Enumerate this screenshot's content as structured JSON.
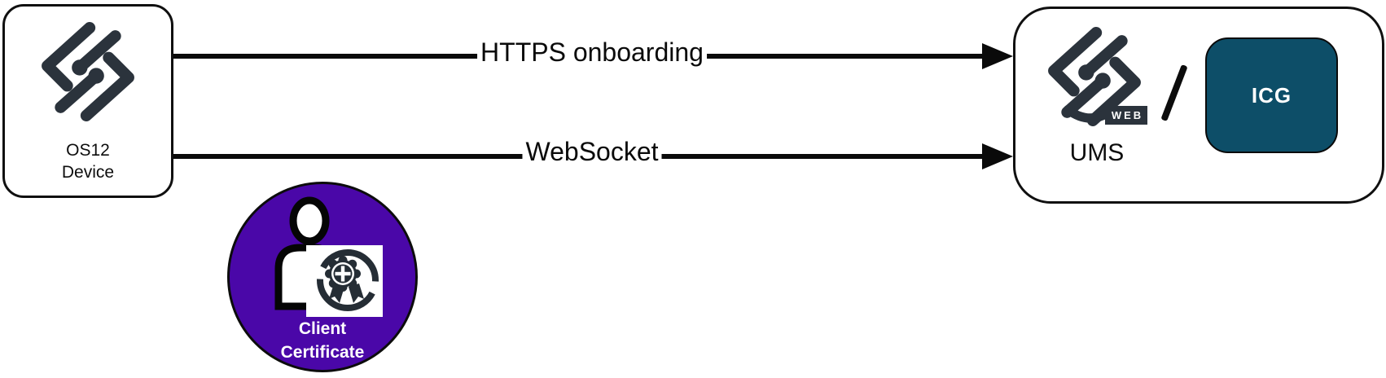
{
  "device_box": {
    "line1": "OS12",
    "line2": "Device"
  },
  "connections": [
    {
      "label": "HTTPS onboarding"
    },
    {
      "label": "WebSocket"
    }
  ],
  "server_box": {
    "web_badge": "WEB",
    "separator": "/",
    "ums_label": "UMS",
    "icg_label": "ICG"
  },
  "certificate_badge": {
    "line1": "Client",
    "line2": "Certificate"
  },
  "colors": {
    "logo_dark": "#2b333c",
    "certificate_purple": "#4a07a8",
    "icg_teal": "#0d4e68",
    "arrow_black": "#0a0a0a"
  }
}
